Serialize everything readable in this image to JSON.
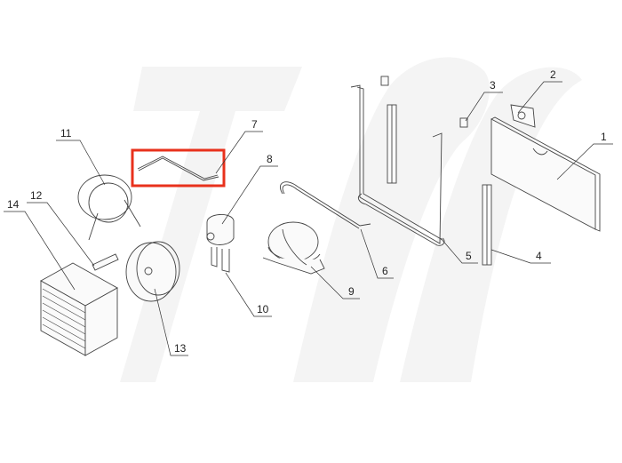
{
  "diagram": {
    "type": "exploded-parts-diagram",
    "subject": "refrigeration unit components",
    "watermark_color": "#f3f3f3",
    "highlight": {
      "part": "7",
      "color": "#e8311c"
    },
    "callouts": [
      {
        "id": "1",
        "label": "1"
      },
      {
        "id": "2",
        "label": "2"
      },
      {
        "id": "3",
        "label": "3"
      },
      {
        "id": "4",
        "label": "4"
      },
      {
        "id": "5",
        "label": "5"
      },
      {
        "id": "6",
        "label": "6"
      },
      {
        "id": "7",
        "label": "7"
      },
      {
        "id": "8",
        "label": "8"
      },
      {
        "id": "9",
        "label": "9"
      },
      {
        "id": "10",
        "label": "10"
      },
      {
        "id": "11",
        "label": "11"
      },
      {
        "id": "12",
        "label": "12"
      },
      {
        "id": "13",
        "label": "13"
      },
      {
        "id": "14",
        "label": "14"
      }
    ]
  }
}
